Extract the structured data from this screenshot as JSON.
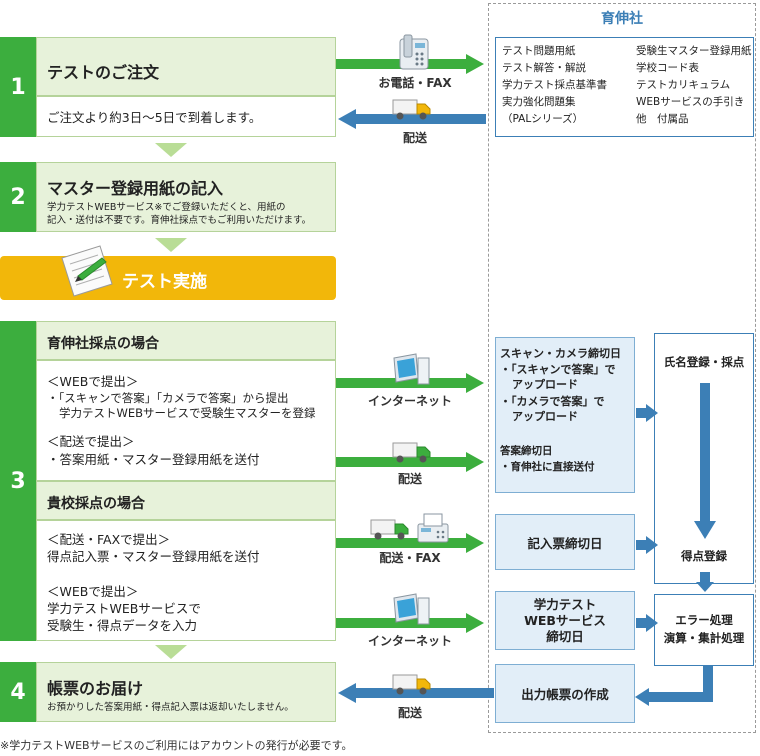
{
  "publisher": {
    "title": "育伸社",
    "items_left": [
      "テスト問題用紙",
      "テスト解答・解説",
      "学力テスト採点基準書",
      "実力強化問題集",
      "（PALシリーズ）"
    ],
    "items_right": [
      "受験生マスター登録用紙",
      "学校コード表",
      "テストカリキュラム",
      "WEBサービスの手引き",
      "他　付属品"
    ]
  },
  "step1": {
    "num": "1",
    "title": "テストのご注文",
    "note": "ご注文より約3日～5日で到着します。",
    "arrow_out": "お電話・FAX",
    "arrow_in": "配送"
  },
  "step2": {
    "num": "2",
    "title": "マスター登録用紙の記入",
    "note1": "学力テストWEBサービス※でご登録いただくと、用紙の",
    "note2": "記入・送付は不要です。育伸社採点でもご利用いただけます。"
  },
  "test_exec": {
    "label": "テスト実施"
  },
  "step3": {
    "num": "3",
    "a_title": "育伸社採点の場合",
    "a_web_head": "＜WEBで提出＞",
    "a_web_1": "・「スキャンで答案」「カメラで答案」から提出",
    "a_web_2": "学力テストWEBサービスで受験生マスターを登録",
    "a_mail_head": "＜配送で提出＞",
    "a_mail_1": "・答案用紙・マスター登録用紙を送付",
    "b_title": "貴校採点の場合",
    "b_fax_head": "＜配送・FAXで提出＞",
    "b_fax_1": "得点記入票・マスター登録用紙を送付",
    "b_web_head": "＜WEBで提出＞",
    "b_web_1": "学力テストWEBサービスで",
    "b_web_2": "受験生・得点データを入力",
    "lbl_internet1": "インターネット",
    "lbl_delivery": "配送",
    "lbl_delivery_fax": "配送・FAX",
    "lbl_internet2": "インターネット"
  },
  "right": {
    "scan_title": "スキャン・カメラ締切日",
    "scan_1": "・「スキャンで答案」で",
    "scan_1b": "アップロード",
    "scan_2": "・「カメラで答案」で",
    "scan_2b": "アップロード",
    "answer_title": "答案締切日",
    "answer_1": "・育伸社に直接送付",
    "kinyu": "記入票締切日",
    "web_1": "学力テスト",
    "web_2": "WEBサービス",
    "web_3": "締切日",
    "name_reg": "氏名登録・採点",
    "score_reg": "得点登録",
    "error_1": "エラー処理",
    "error_2": "演算・集計処理",
    "output": "出力帳票の作成"
  },
  "step4": {
    "num": "4",
    "title": "帳票のお届け",
    "note": "お預かりした答案用紙・得点記入票は返却いたしません。",
    "arrow_in": "配送"
  },
  "footnote": "※学力テストWEBサービスのご利用にはアカウントの発行が必要です。",
  "colors": {
    "green": "#3cae3e",
    "blue": "#3c7fb6",
    "orange": "#f2b70a"
  }
}
